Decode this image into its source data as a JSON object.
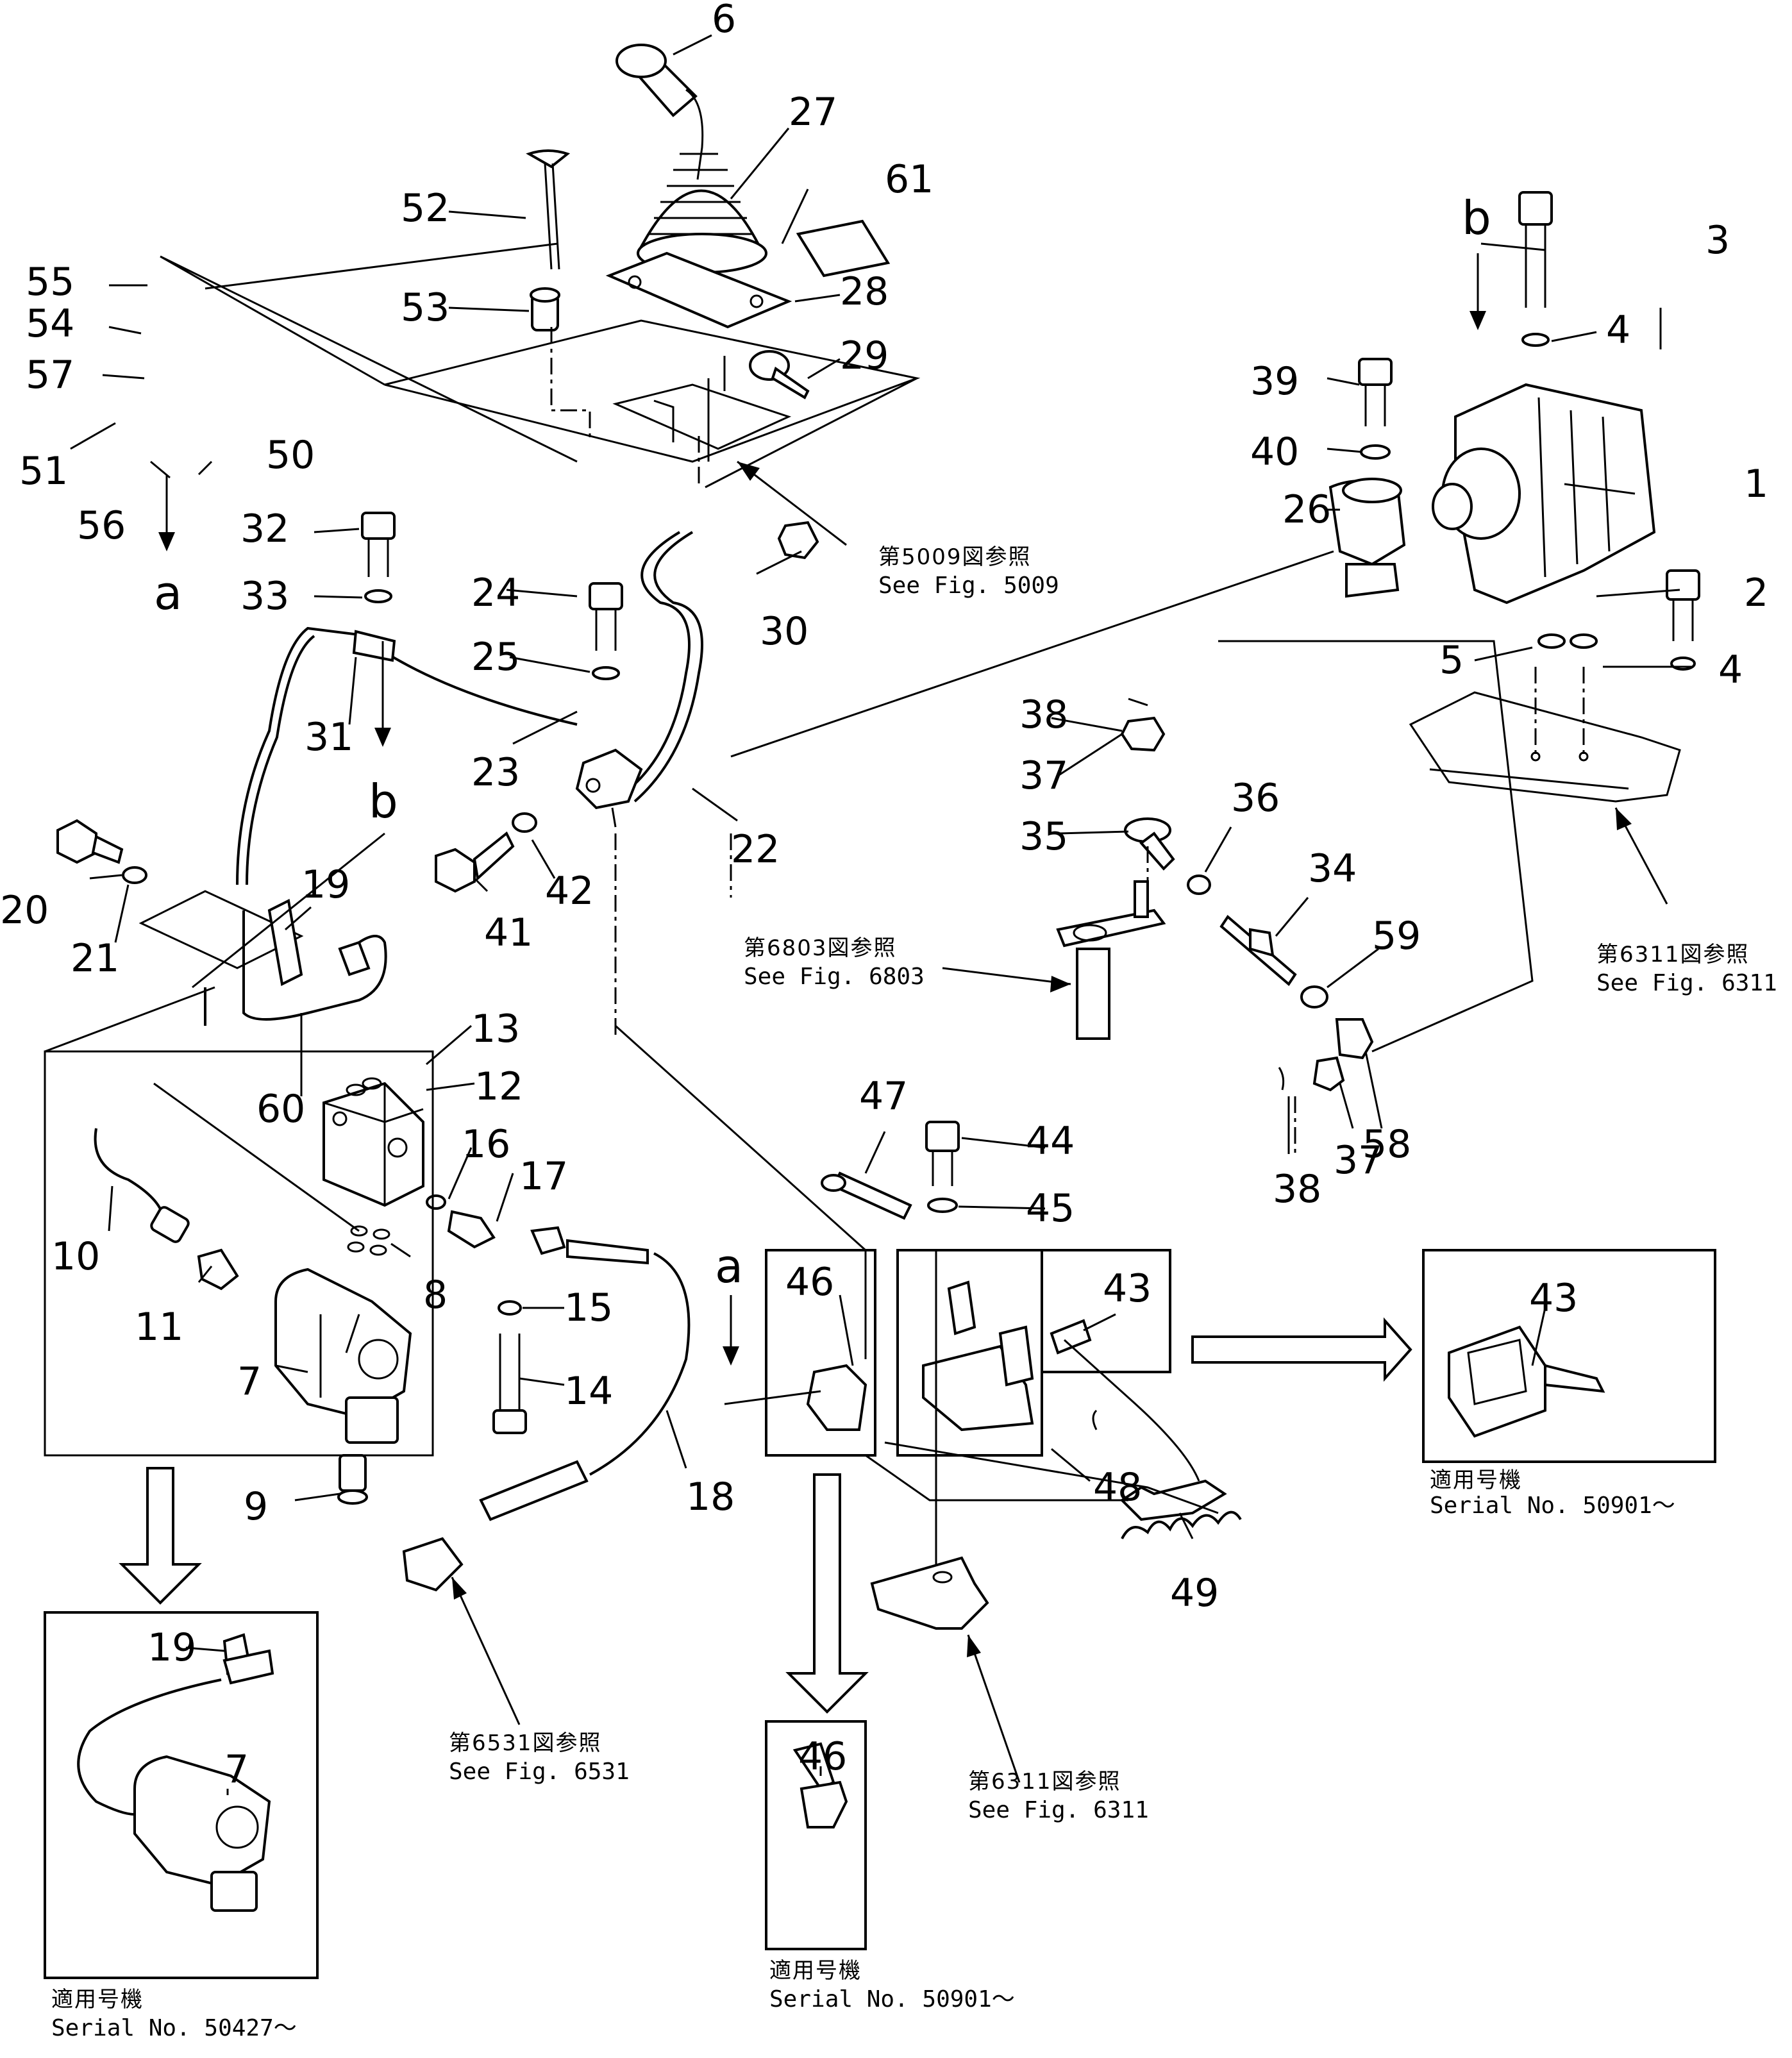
{
  "part_numbers": [
    "1",
    "2",
    "3",
    "4",
    "4",
    "5",
    "6",
    "7",
    "7",
    "8",
    "9",
    "10",
    "11",
    "12",
    "13",
    "14",
    "15",
    "16",
    "17",
    "18",
    "19",
    "19",
    "20",
    "21",
    "22",
    "23",
    "24",
    "25",
    "26",
    "27",
    "28",
    "29",
    "30",
    "31",
    "32",
    "33",
    "34",
    "35",
    "36",
    "37",
    "37",
    "38",
    "38",
    "39",
    "40",
    "41",
    "42",
    "43",
    "43",
    "44",
    "45",
    "46",
    "46",
    "47",
    "48",
    "49",
    "50",
    "51",
    "52",
    "53",
    "54",
    "55",
    "56",
    "57",
    "58",
    "59",
    "60",
    "61"
  ],
  "view_letters": [
    "a",
    "a",
    "b",
    "b"
  ],
  "references": [
    {
      "ja": "第5009図参照",
      "en": "See  Fig. 5009"
    },
    {
      "ja": "第6311図参照",
      "en": "See  Fig. 6311"
    },
    {
      "ja": "第6803図参照",
      "en": "See  Fig. 6803"
    },
    {
      "ja": "第6531図参照",
      "en": "See  Fig. 6531"
    },
    {
      "ja": "第6311図参照",
      "en": "See  Fig. 6311"
    }
  ],
  "serial_notes": [
    {
      "ja": "適用号機",
      "en": "Serial  No. 50901～"
    },
    {
      "ja": "適用号機",
      "en": "Serial  No. 50427～"
    },
    {
      "ja": "適用号機",
      "en": "Serial  No. 50901～"
    }
  ]
}
